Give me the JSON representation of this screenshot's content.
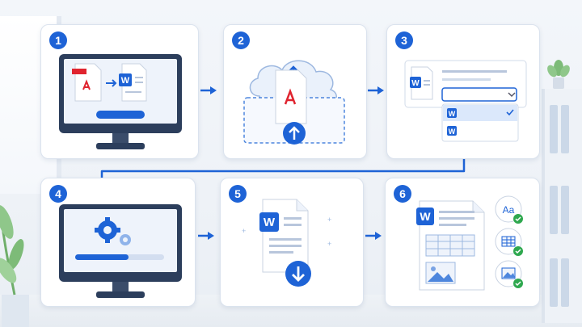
{
  "colors": {
    "accent": "#1e63d6",
    "pdf_red": "#e0242f",
    "word_blue": "#1e63d6",
    "success_green": "#2fa84f",
    "card_bg": "#ffffff"
  },
  "steps": [
    {
      "number": "1",
      "icons": [
        "monitor-icon",
        "pdf-file-icon",
        "arrow-right-icon",
        "word-file-icon"
      ]
    },
    {
      "number": "2",
      "icons": [
        "cloud-upload-icon",
        "pdf-file-icon",
        "upload-arrow-icon"
      ]
    },
    {
      "number": "3",
      "icons": [
        "word-file-icon",
        "format-dropdown-icon"
      ],
      "dropdown_options": [
        "W",
        "W"
      ]
    },
    {
      "number": "4",
      "icons": [
        "monitor-icon",
        "gear-icon",
        "progress-bar"
      ],
      "progress": 0.6
    },
    {
      "number": "5",
      "icons": [
        "word-file-icon",
        "download-arrow-icon"
      ]
    },
    {
      "number": "6",
      "icons": [
        "word-file-icon",
        "font-check-icon",
        "table-check-icon",
        "image-check-icon"
      ],
      "font_glyph": "Aa"
    }
  ],
  "word_letter": "W"
}
